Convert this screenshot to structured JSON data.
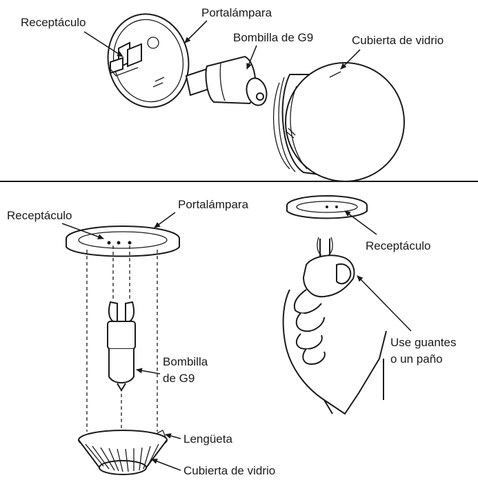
{
  "top_panel": {
    "receptaculo": "Receptáculo",
    "portalampara": "Portalámpara",
    "bombilla": "Bombilla de G9",
    "cubierta": "Cubierta de vidrio"
  },
  "bottom_left": {
    "receptaculo": "Receptáculo",
    "portalampara": "Portalámpara",
    "bombilla_line1": "Bombilla",
    "bombilla_line2": "de G9",
    "lengueta": "Lengüeta",
    "cubierta": "Cubierta de vidrio"
  },
  "bottom_right": {
    "receptaculo": "Receptáculo",
    "guantes_line1": "Use guantes",
    "guantes_line2": "o un paño"
  }
}
